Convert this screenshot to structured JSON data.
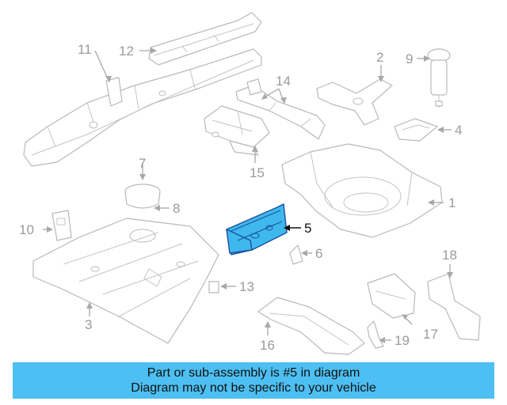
{
  "callouts": {
    "c1": "1",
    "c2": "2",
    "c3": "3",
    "c4": "4",
    "c5": "5",
    "c6": "6",
    "c7": "7",
    "c8": "8",
    "c9": "9",
    "c10": "10",
    "c11": "11",
    "c12": "12",
    "c13": "13",
    "c14": "14",
    "c15": "15",
    "c16": "16",
    "c17": "17",
    "c18": "18",
    "c19": "19"
  },
  "highlight": {
    "callout": "5",
    "color": "#3fb8ee",
    "outline": "#1b4f9c"
  },
  "banner": {
    "line1": "Part or sub-assembly is #5 in diagram",
    "line2": "Diagram may not be specific to your vehicle",
    "color": "#4dbff2"
  }
}
